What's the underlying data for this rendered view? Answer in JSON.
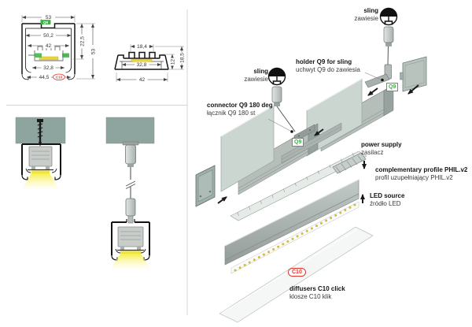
{
  "drawings": {
    "main_profile": {
      "q9_marker": "Q9",
      "c10_marker": "C10",
      "dim_width": "53",
      "dim_inner_width": "50,2",
      "dim_mid_width": "42",
      "dim_slot_width": "32,8",
      "dim_bottom_width": "44,5",
      "dim_upper_height": "22,5",
      "dim_height": "53"
    },
    "comp_profile": {
      "dim_top_width": "18,4",
      "dim_slot_width": "32,8",
      "dim_bottom_width": "42",
      "dim_inner_height": "12",
      "dim_height": "18,5"
    }
  },
  "exploded": {
    "sling_top": {
      "en": "sling",
      "pl": "zawiesie"
    },
    "holder": {
      "en": "holder Q9 for sling",
      "pl": "uchwyt Q9 do zawiesia"
    },
    "sling_left": {
      "en": "sling",
      "pl": "zawiesie"
    },
    "connector": {
      "en": "connector Q9 180 deg",
      "pl": "łącznik Q9 180 st"
    },
    "power_supply": {
      "en": "power supply",
      "pl": "zasilacz"
    },
    "complementary": {
      "en": "complementary profile PHIL.v2",
      "pl": "profil uzupełniający PHIL.v2"
    },
    "led_source": {
      "en": "LED source",
      "pl": "źródło LED"
    },
    "diffusers": {
      "en": "diffusers C10 click",
      "pl": "klosze C10 klik"
    },
    "badge_q9": "Q9",
    "badge_c10": "C10"
  },
  "colors": {
    "accent_green": "#3fae49",
    "accent_red": "#e5342a",
    "light_yellow": "#f6ef52",
    "metal": "#b6beba",
    "panel": "#ccd6d1",
    "ceiling": "#8da49f"
  }
}
